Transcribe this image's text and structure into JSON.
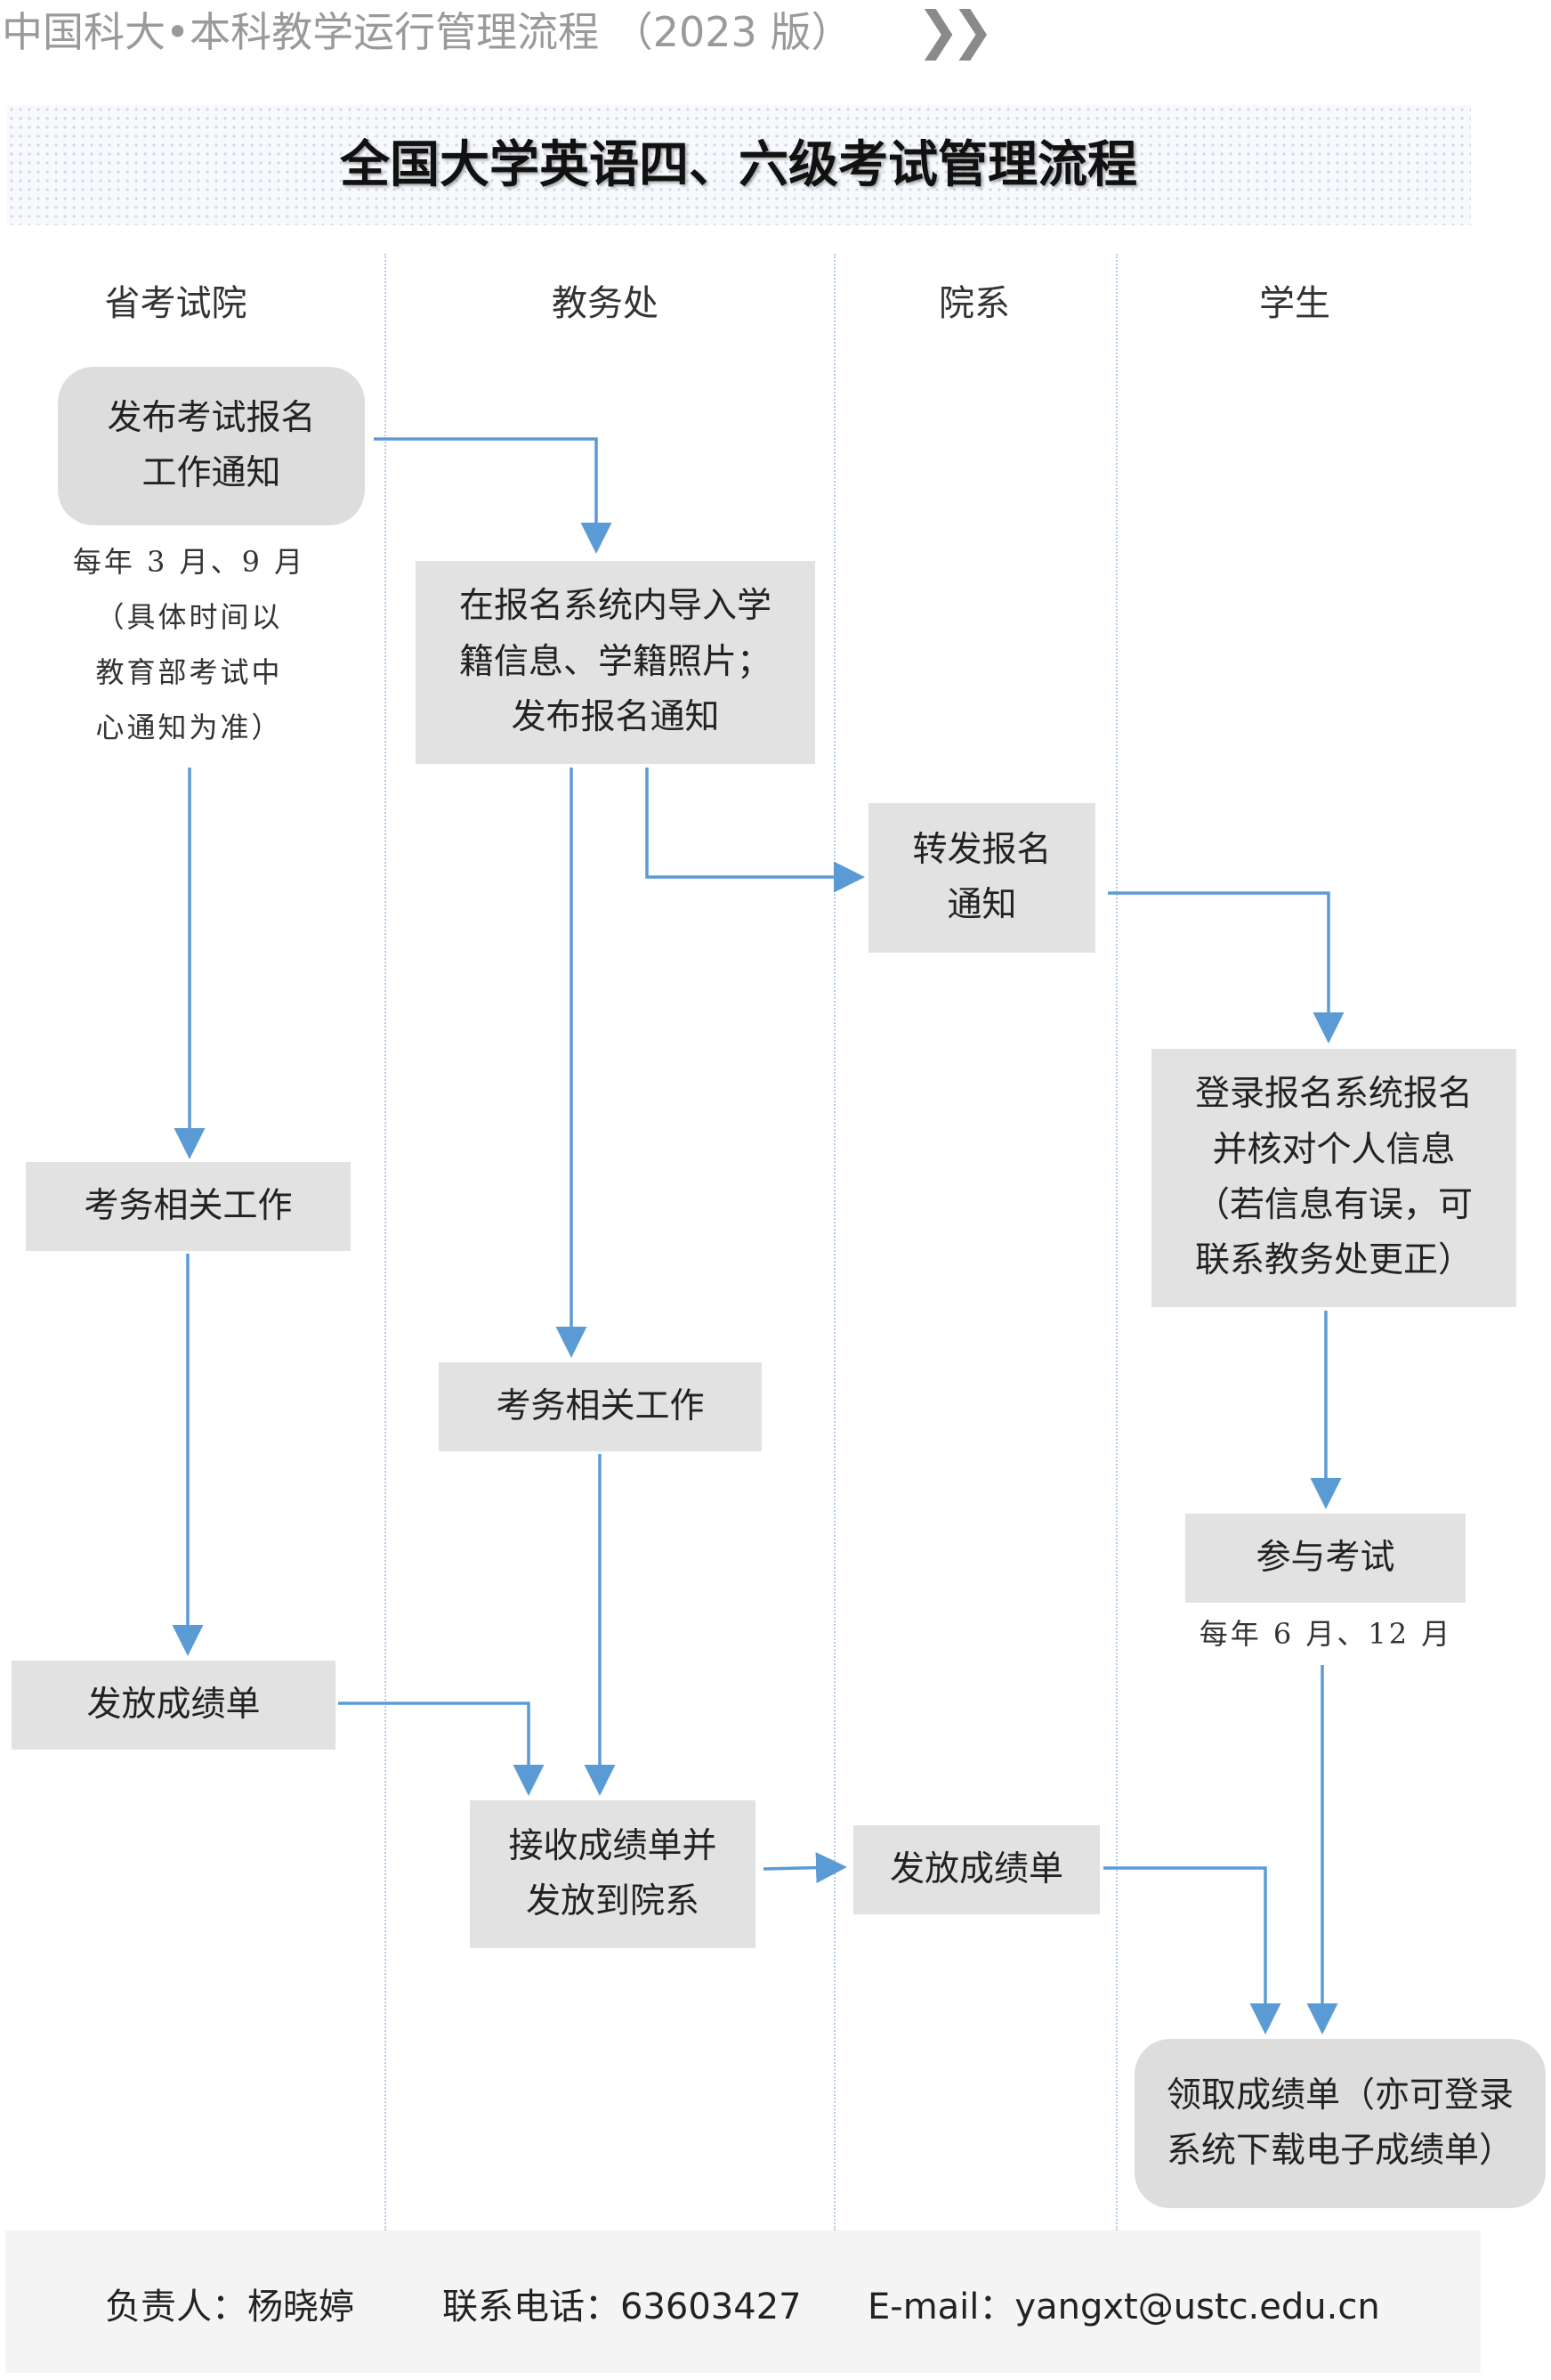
{
  "header": {
    "text": "中国科大•本科教学运行管理流程 （2023 版）",
    "chevron": "❯❯"
  },
  "title": "全国大学英语四、六级考试管理流程",
  "lanes": [
    "省考试院",
    "教务处",
    "院系",
    "学生"
  ],
  "boxes": {
    "publish_notice": "发布考试报名\n工作通知",
    "import_info": "在报名系统内导入学\n籍信息、学籍照片；\n发布报名通知",
    "forward_notice": "转发报名\n通知",
    "student_register": "登录报名系统报名\n并核对个人信息\n（若信息有误，可\n联系教务处更正）",
    "exam_work_province": "考务相关工作",
    "exam_work_office": "考务相关工作",
    "take_exam": "参与考试",
    "issue_scores_province": "发放成绩单",
    "receive_scores": "接收成绩单并\n发放到院系",
    "issue_scores_dept": "发放成绩单",
    "collect_scores": "领取成绩单（亦可登录\n系统下载电子成绩单）"
  },
  "notes": {
    "notice_time": "每年 3 月、9 月\n（具体时间以\n教育部考试中\n心通知为准）",
    "exam_time": "每年 6 月、12 月"
  },
  "footer": {
    "owner": "负责人：杨晓婷",
    "phone": "联系电话：63603427",
    "email": "E-mail：yangxt@ustc.edu.cn"
  },
  "colors": {
    "arrow": "#5b9bd5",
    "box": "#e2e2e2",
    "lane_line": "#b8cde2"
  }
}
